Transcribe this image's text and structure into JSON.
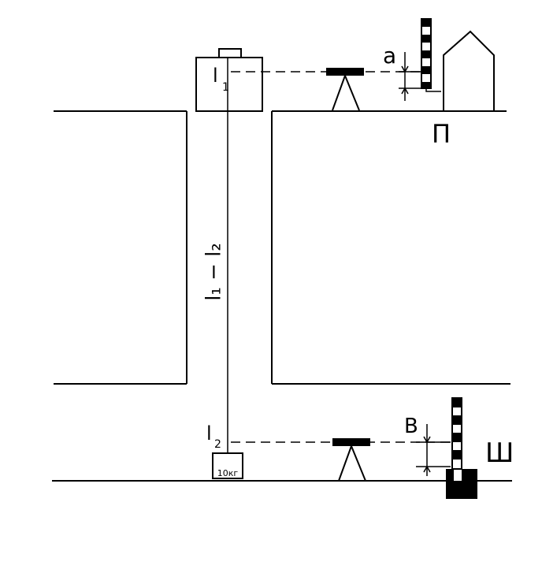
{
  "labels": {
    "l1": "l",
    "l1_sub": "1",
    "l2": "l",
    "l2_sub": "2",
    "wire_expr": "l₁ − l₂",
    "a": "a",
    "b": "B",
    "surface": "П",
    "shaft": "Ш",
    "weight": "10кг"
  },
  "colors": {
    "ink": "#000000",
    "paper": "#ffffff"
  },
  "icons": [
    "level-instrument",
    "leveling-staff",
    "building",
    "plumb-weight"
  ]
}
